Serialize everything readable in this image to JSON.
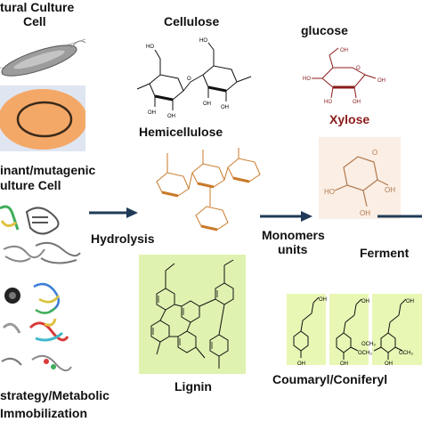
{
  "labels": {
    "natural_culture_line1": "tural Culture",
    "natural_culture_line2": "Cell",
    "recombinant_line1": "inant/mutagenic",
    "recombinant_line2": "ulture Cell",
    "strategy_line1": "strategy/Metabolic",
    "strategy_line2": "Immobilization",
    "cellulose": "Cellulose",
    "hemicellulose": "Hemicellulose",
    "lignin": "Lignin",
    "hydrolysis": "Hydrolysis",
    "glucose": "glucose",
    "xylose": "Xylose",
    "monomers_line1": "Monomers",
    "monomers_line2": "units",
    "fermentation": "Ferment",
    "coumaryl": "Coumaryl/Coniferyl"
  },
  "structure_text": {
    "ho": "HO",
    "oh": "OH",
    "och3": "OCH₃",
    "o": "O"
  },
  "colors": {
    "arrow": "#1f3b57",
    "petri_orange": "#f4a868",
    "petri_bg": "#dfe6f2",
    "lignin_bg": "#dff2b0",
    "monolignol_bg": "#e8f7b4",
    "hemicellulose_ring": "#c97a2a",
    "glucose_ring": "#8b1a1a",
    "xylose_ring": "#b07a50",
    "xylose_bg": "#fbeee4"
  }
}
